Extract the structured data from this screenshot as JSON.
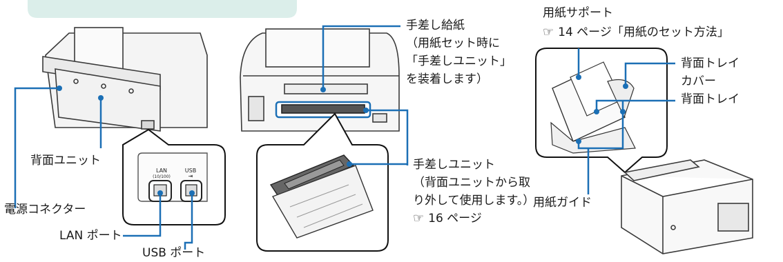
{
  "labels": {
    "rear_unit": "背面ユニット",
    "power_connector": "電源コネクター",
    "lan_port": "LAN ポート",
    "usb_port": "USB ポート",
    "manual_feed": "手差し給紙",
    "manual_feed_note_1": "（用紙セット時に",
    "manual_feed_note_2": "「手差しユニット」",
    "manual_feed_note_3": "を装着します）",
    "manual_unit": "手差しユニット",
    "manual_unit_note_1": "（背面ユニットから取",
    "manual_unit_note_2": "り外して使用します。）",
    "manual_unit_ref": "16 ページ",
    "paper_support": "用紙サポート",
    "paper_support_ref": "14 ページ「用紙のセット方法」",
    "rear_tray_cover_1": "背面トレイ",
    "rear_tray_cover_2": "カバー",
    "rear_tray": "背面トレイ",
    "paper_guide": "用紙ガイド",
    "port_lan_text": "LAN",
    "port_lan_sub": "(10/100)",
    "port_usb_text": "USB"
  },
  "colors": {
    "leader": "#1b6fb5",
    "tab": "#dbeeea",
    "outline": "#3a3a3a"
  },
  "icons": {
    "reference": "reference-icon"
  }
}
